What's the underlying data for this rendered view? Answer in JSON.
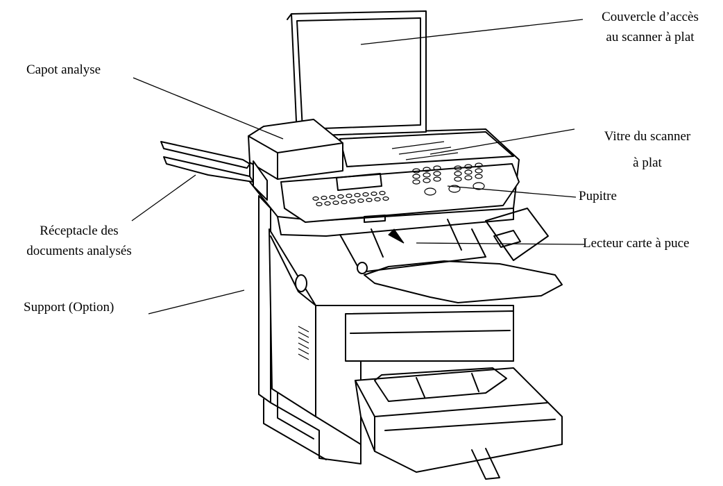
{
  "labels": {
    "cover": [
      "Couvercle d’accès",
      "au scanner à plat"
    ],
    "adf_cover": "Capot analyse",
    "glass": [
      "Vitre du scanner",
      "à plat"
    ],
    "panel": "Pupitre",
    "card_reader": "Lecteur carte à puce",
    "output_tray": [
      "Réceptacle des",
      "documents analysés"
    ],
    "stand": "Support (Option)"
  },
  "colors": {
    "line": "#000000",
    "background": "#ffffff"
  }
}
